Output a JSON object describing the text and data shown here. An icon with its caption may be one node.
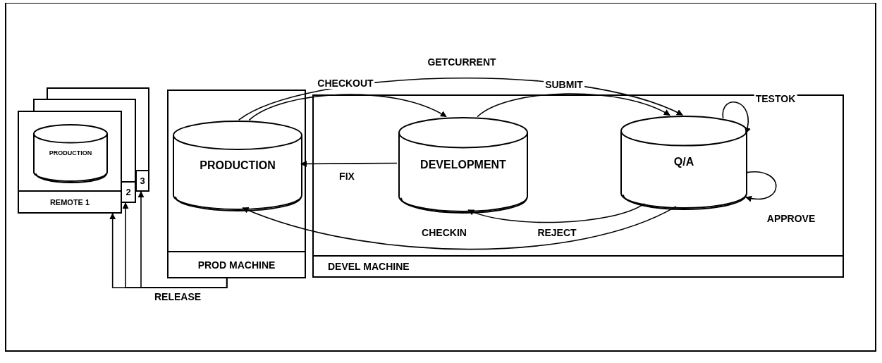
{
  "diagram": {
    "nodes": [
      {
        "text": [
          "3"
        ]
      },
      {
        "text": [
          "2"
        ]
      },
      {
        "text": [
          "REMOTE 1"
        ]
      },
      {
        "text": [
          "PRODUCTION"
        ],
        "in": 2
      },
      {
        "text": [
          "PROD MACHINE"
        ]
      },
      {
        "text": [
          "PRODUCTION"
        ],
        "in": 4
      },
      {
        "text": [
          "DEVEL MACHINE"
        ]
      },
      {
        "text": [
          "DEVELOPMENT"
        ],
        "in": 6
      },
      {
        "text": [
          "Q/A"
        ],
        "in": 6
      }
    ],
    "edges": [
      {
        "from": 5,
        "to": 8,
        "arrow": "to",
        "label": "GETCURRENT"
      },
      {
        "from": 5,
        "to": 7,
        "arrow": "to",
        "label": "CHECKOUT"
      },
      {
        "from": 7,
        "to": 8,
        "arrow": "to",
        "label": "SUBMIT"
      },
      {
        "from": 8,
        "to": 8,
        "arrow": "to",
        "label": "TESTOK"
      },
      {
        "from": 8,
        "to": 8,
        "arrow": "to",
        "label": "APPROVE"
      },
      {
        "from": 7,
        "to": 5,
        "arrow": "to",
        "label": "FIX"
      },
      {
        "from": 8,
        "to": 7,
        "arrow": "to",
        "label": "REJECT"
      },
      {
        "from": 8,
        "to": 5,
        "arrow": "to",
        "label": "CHECKIN"
      },
      {
        "from": 4,
        "to": 2,
        "arrow": "to",
        "label": "RELEASE"
      },
      {
        "from": 4,
        "to": 1,
        "arrow": "to"
      },
      {
        "from": 4,
        "to": 0,
        "arrow": "to"
      }
    ]
  }
}
